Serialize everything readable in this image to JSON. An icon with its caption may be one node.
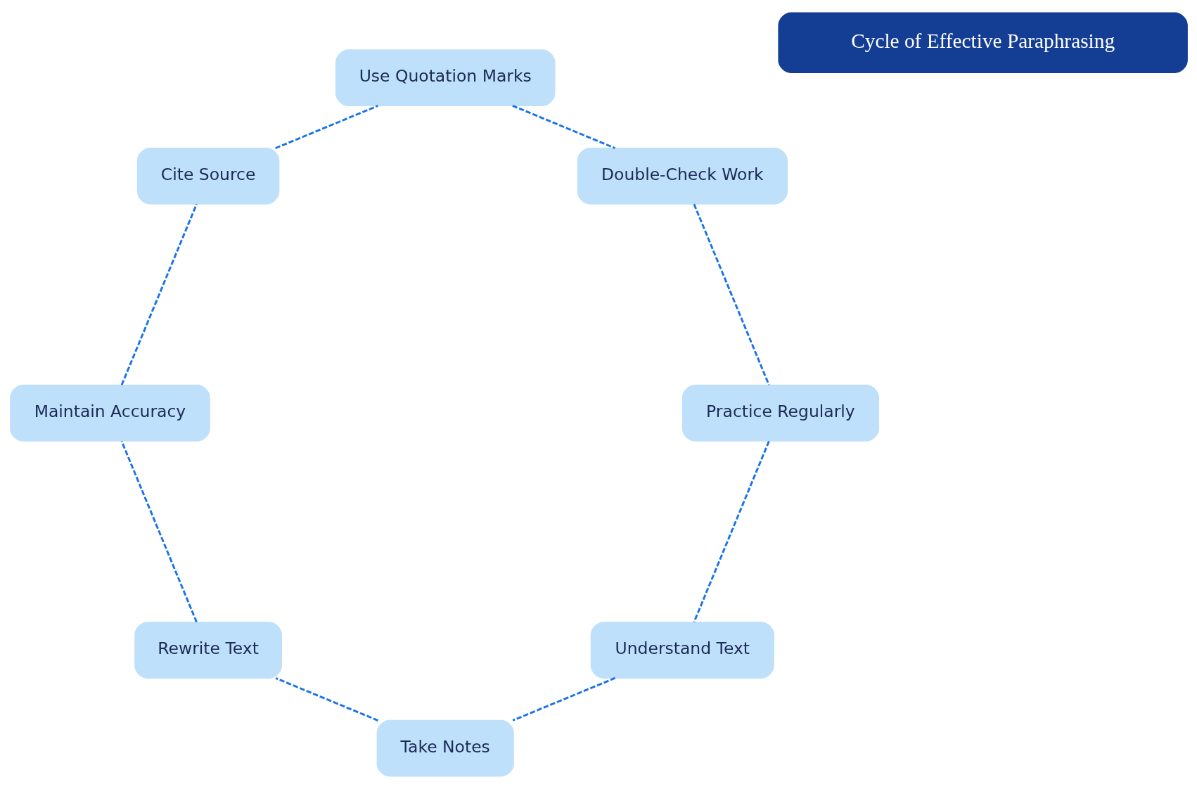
{
  "diagram": {
    "nodes": [
      {
        "text": [
          "Understand Text"
        ]
      },
      {
        "text": [
          "Take Notes"
        ]
      },
      {
        "text": [
          "Rewrite Text"
        ]
      },
      {
        "text": [
          "Maintain Accuracy"
        ]
      },
      {
        "text": [
          "Cite Source"
        ]
      },
      {
        "text": [
          "Use Quotation Marks"
        ]
      },
      {
        "text": [
          "Double-Check Work"
        ]
      },
      {
        "text": [
          "Practice Regularly"
        ]
      },
      {
        "text": [
          "Cycle of Effective Paraphrasing"
        ]
      }
    ],
    "edges": [
      {
        "from": 0,
        "to": 1,
        "arrow": "none",
        "style": "dashed"
      },
      {
        "from": 1,
        "to": 2,
        "arrow": "none",
        "style": "dashed"
      },
      {
        "from": 2,
        "to": 3,
        "arrow": "none",
        "style": "dashed"
      },
      {
        "from": 3,
        "to": 4,
        "arrow": "none",
        "style": "dashed"
      },
      {
        "from": 4,
        "to": 5,
        "arrow": "none",
        "style": "dashed"
      },
      {
        "from": 5,
        "to": 6,
        "arrow": "none",
        "style": "dashed"
      },
      {
        "from": 6,
        "to": 7,
        "arrow": "none",
        "style": "dashed"
      },
      {
        "from": 7,
        "to": 0,
        "arrow": "none",
        "style": "dashed"
      }
    ]
  }
}
